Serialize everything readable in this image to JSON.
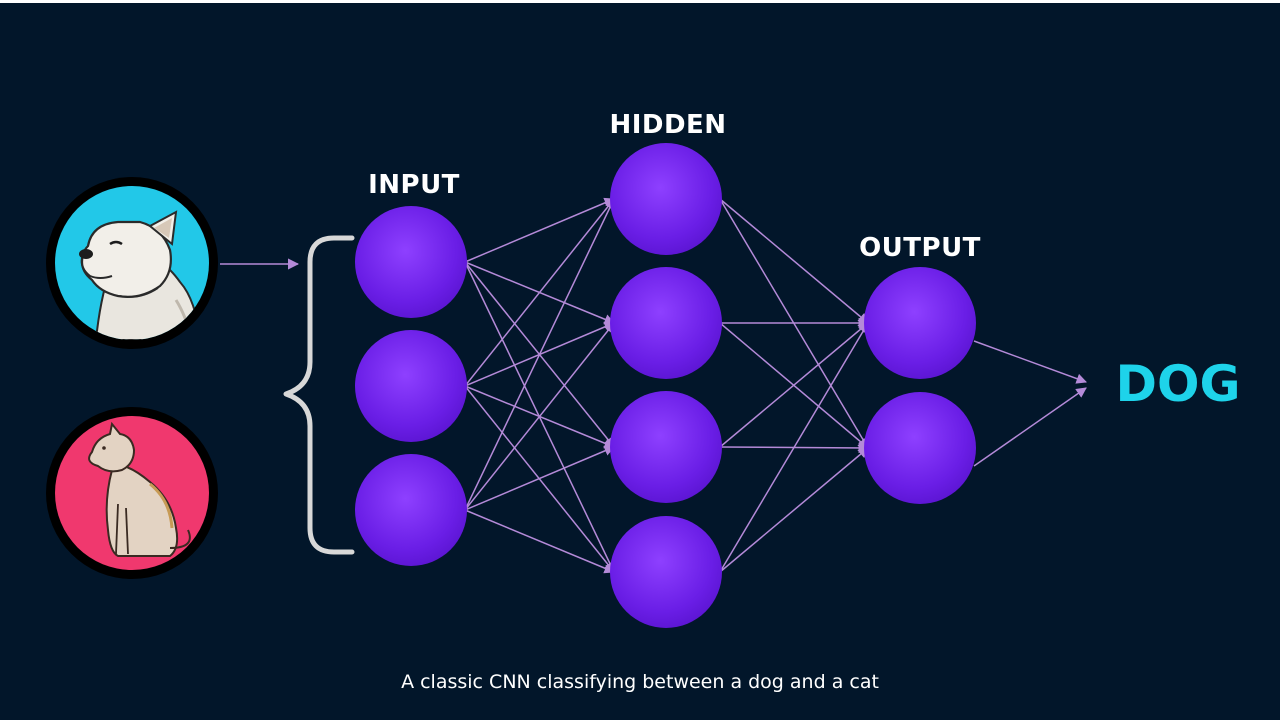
{
  "diagram": {
    "layers": {
      "input": "INPUT",
      "hidden": "HIDDEN",
      "output": "OUTPUT"
    },
    "result": "DOG",
    "caption": "A classic CNN classifying between a dog and a cat",
    "inputs": [
      {
        "name": "dog",
        "icon": "dog-icon",
        "color": "#22c8e8"
      },
      {
        "name": "cat",
        "icon": "cat-icon",
        "color": "#f0386e"
      }
    ],
    "neurons_per_layer": [
      3,
      4,
      2
    ],
    "colors": {
      "background": "#02162a",
      "neuron_light": "#9d4dff",
      "neuron_dark": "#5a14d8",
      "connection": "#b48ad8",
      "bracket": "#d8d8d8",
      "result": "#1ed3ea"
    }
  }
}
